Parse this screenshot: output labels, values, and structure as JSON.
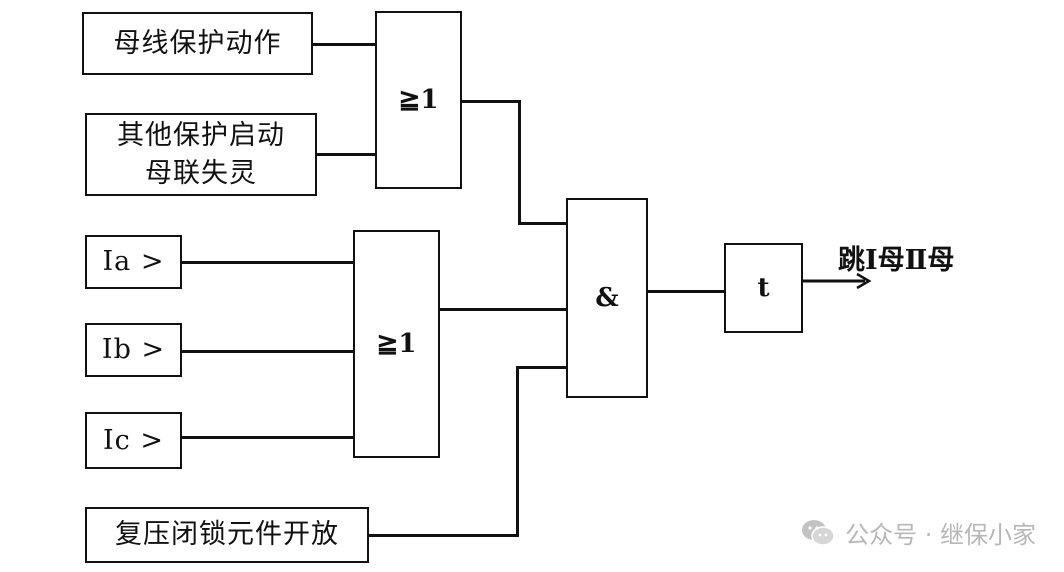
{
  "inputs": {
    "bus_protection": "母线保护动作",
    "other_protection_line1": "其他保护启动",
    "other_protection_line2": "母联失灵",
    "ia": "Ia >",
    "ib": "Ib >",
    "ic": "Ic >",
    "voltage_lock": "复压闭锁元件开放"
  },
  "gates": {
    "or_top": "≧1",
    "or_bottom": "≧1",
    "and": "&",
    "timer": "t"
  },
  "output": {
    "label": "跳Ⅰ母Ⅱ母"
  },
  "watermark": {
    "text": "公众号 · 继保小家",
    "icon": "wechat-icon",
    "color": "#b7b7b7"
  }
}
